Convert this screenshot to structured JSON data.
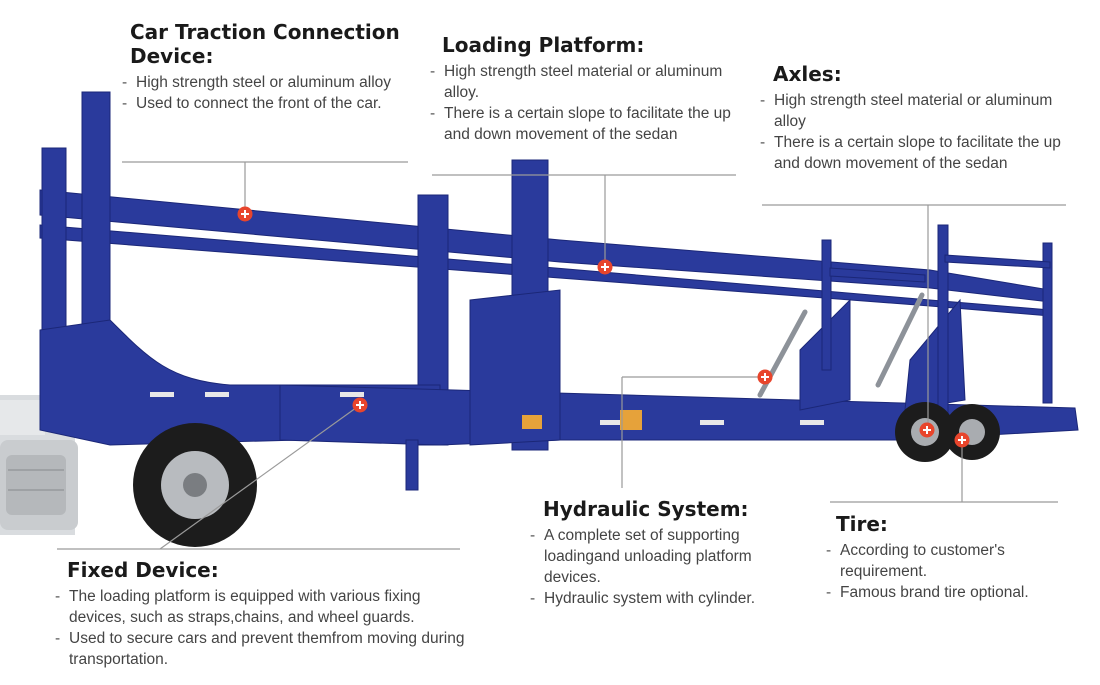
{
  "callouts": {
    "traction": {
      "title": "Car Traction Connection Device:",
      "items": [
        "High strength steel or aluminum alloy",
        "Used to connect the front of the car."
      ]
    },
    "platform": {
      "title": "Loading Platform:",
      "items": [
        "High strength steel material or aluminum alloy.",
        "There is a certain slope to facilitate the up and down movement of the sedan"
      ]
    },
    "axles": {
      "title": "Axles:",
      "items": [
        "High strength steel material or aluminum alloy",
        "There is a certain slope to facilitate the up and down movement of the sedan"
      ]
    },
    "hydraulic": {
      "title": "Hydraulic System:",
      "items": [
        "A complete set of supporting loadingand unloading platform devices.",
        "Hydraulic system with cylinder."
      ]
    },
    "tire": {
      "title": "Tire:",
      "items": [
        "According to customer's requirement.",
        "Famous brand tire optional."
      ]
    },
    "fixed": {
      "title": "Fixed Device:",
      "items": [
        "The loading platform is equipped with various fixing devices, such as straps,chains, and wheel guards.",
        "Used to secure cars and prevent themfrom moving during transportation."
      ]
    }
  },
  "colors": {
    "trailer": "#2a3a9c",
    "trailer_dark": "#1b2778",
    "marker": "#e8452c",
    "leader": "#9a9a9a"
  }
}
